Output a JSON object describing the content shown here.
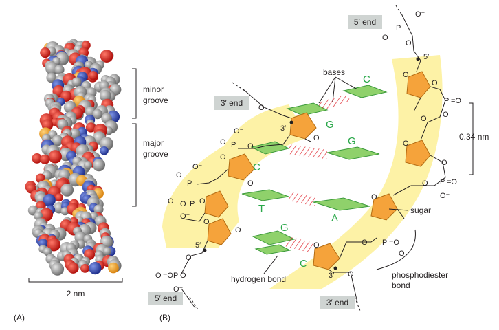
{
  "panel_a": {
    "label": "(A)",
    "minor_groove_line1": "minor",
    "minor_groove_line2": "groove",
    "major_groove_line1": "major",
    "major_groove_line2": "groove",
    "width_label": "2 nm"
  },
  "panel_b": {
    "label": "(B)",
    "end_5_top": "5′ end",
    "end_3_left": "3′ end",
    "end_5_bottom": "5′ end",
    "end_3_bottom": "3′ end",
    "bases_label": "bases",
    "sugar_label": "sugar",
    "hydrogen_bond_label": "hydrogen bond",
    "phosphodiester_line1": "phosphodiester",
    "phosphodiester_line2": "bond",
    "rise_label": "0.34 nm",
    "base_letters": {
      "c_top": "C",
      "g_upper": "G",
      "g_right": "G",
      "c_mid": "C",
      "t": "T",
      "a": "A",
      "g_lower": "G",
      "c_bottom": "C"
    },
    "prime_labels": {
      "p5_top": "5′",
      "p3_upper": "3′",
      "p5_lower": "5′",
      "p3_lower": "3′"
    },
    "atoms": {
      "o": "O",
      "o_minus": "O⁻",
      "p": "P",
      "eq_o": "=O"
    }
  },
  "colors": {
    "backbone": "#fdf2a6",
    "sugar": "#f5a33b",
    "base": "#8fd16b",
    "base_letter": "#2aa84a",
    "hbond": "#e0262f",
    "tag_bg": "#cfd4d2"
  }
}
